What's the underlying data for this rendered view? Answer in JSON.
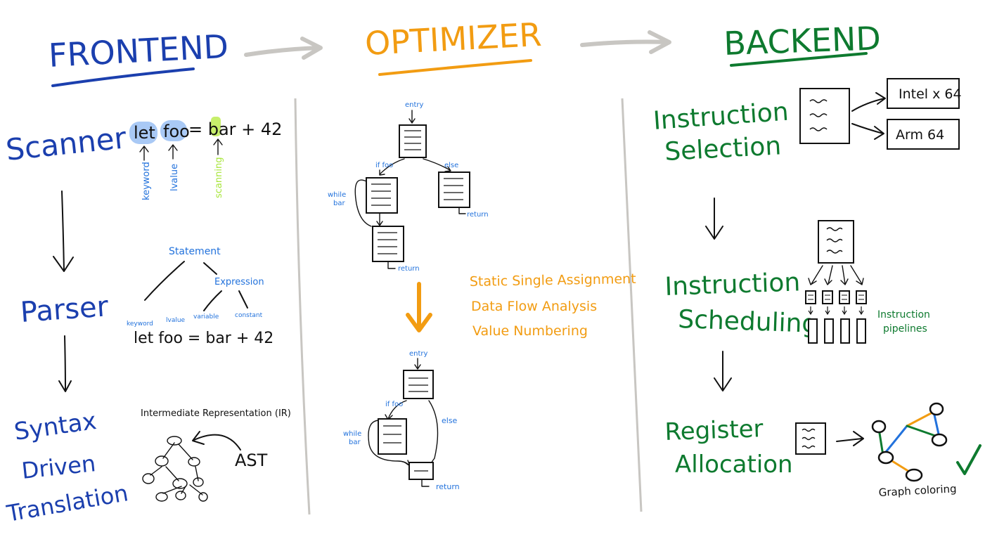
{
  "colors": {
    "frontend": "#1b3fae",
    "label_blue": "#2272dc",
    "optimizer": "#f29c12",
    "backend": "#0e7a2f",
    "scanning": "#a8e63c",
    "highlight": "#a9c9f5",
    "separator": "#c8c6c2"
  },
  "stages": {
    "frontend": "FRONTEND",
    "optimizer": "OPTIMIZER",
    "backend": "BACKEND"
  },
  "frontend": {
    "scanner": {
      "title": "Scanner",
      "code": {
        "kw": "let",
        "id": "foo",
        "rest": "= bar + 42"
      },
      "labels": {
        "keyword": "keyword",
        "lvalue": "lvalue",
        "scanning": "scanning"
      }
    },
    "parser": {
      "title": "Parser",
      "statement": "Statement",
      "expression": "Expression",
      "keyword": "keyword",
      "lvalue": "lvalue",
      "variable": "variable",
      "constant": "constant",
      "code": "let foo = bar + 42"
    },
    "sdt": {
      "title_lines": [
        "Syntax",
        "Driven",
        "Translation"
      ],
      "ir_label": "Intermediate Representation (IR)",
      "ast": "AST"
    }
  },
  "optimizer": {
    "top_cfg": {
      "entry": "entry",
      "if": "if foo",
      "else": "else",
      "while_lines": [
        "while",
        "bar"
      ],
      "return": "return"
    },
    "bottom_cfg": {
      "entry": "entry",
      "if": "if foo",
      "else": "else",
      "while_lines": [
        "while",
        "bar"
      ],
      "return": "return"
    },
    "techniques": [
      "Static Single Assignment",
      "Data Flow Analysis",
      "Value Numbering"
    ]
  },
  "backend": {
    "selection": {
      "title_lines": [
        "Instruction",
        "Selection"
      ],
      "targets": [
        "Intel x 64",
        "Arm 64"
      ]
    },
    "scheduling": {
      "title_lines": [
        "Instruction",
        "Scheduling"
      ],
      "pipelines_lines": [
        "Instruction",
        "pipelines"
      ]
    },
    "allocation": {
      "title_lines": [
        "Register",
        "Allocation"
      ],
      "graph_label": "Graph coloring"
    }
  }
}
